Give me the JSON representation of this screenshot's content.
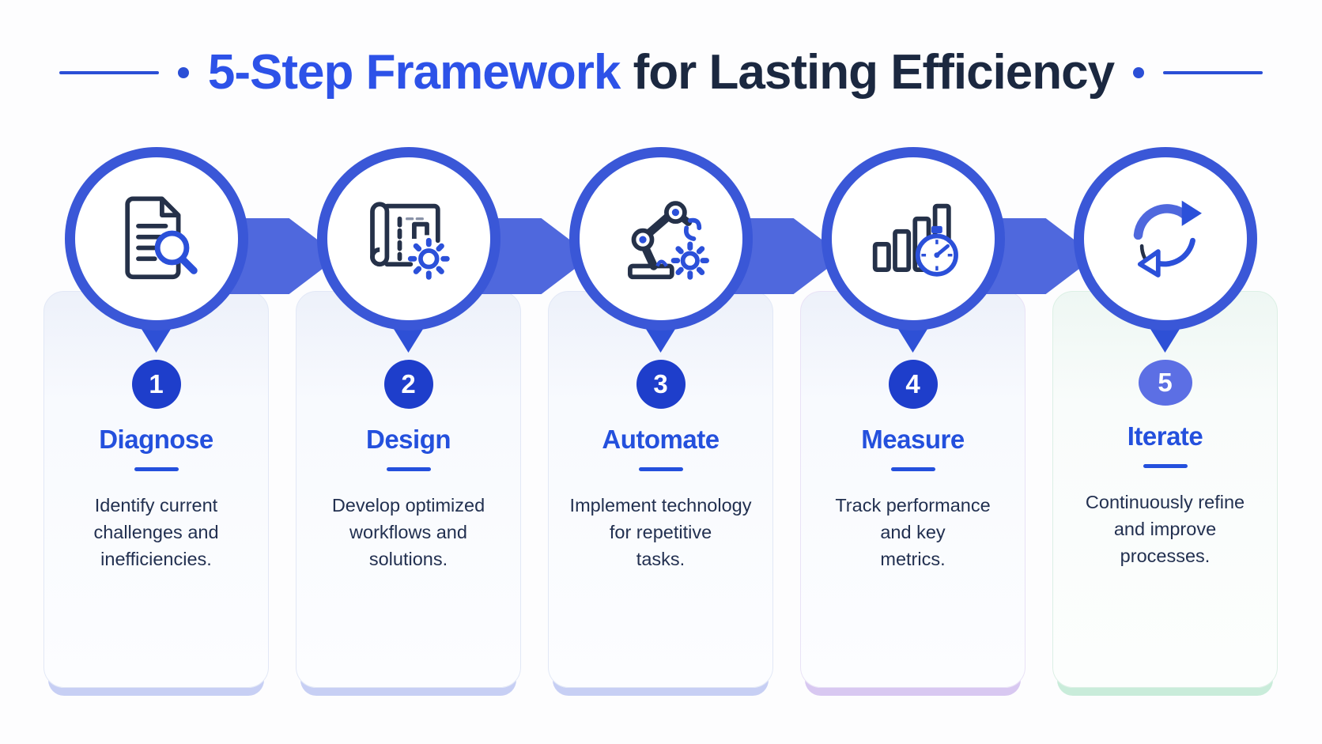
{
  "header": {
    "title_accent": "5-Step Framework",
    "title_rest": " for Lasting Efficiency"
  },
  "colors": {
    "accent_blue": "#2d52e8",
    "dark_navy": "#1b2840",
    "ring_blue": "#3a57d7",
    "arrow_blue": "#4f68dd",
    "tail_blue": "#2e50d6",
    "badge_blue": "#1e3ecb",
    "badge5_periwinkle": "#5c6fe4",
    "card_shadow_lavender": "#c7cff4",
    "card_shadow_purple": "#d8c8f1",
    "card_shadow_mint": "#c9ecda"
  },
  "steps": [
    {
      "number": "1",
      "title": "Diagnose",
      "description": "Identify current\nchallenges and\ninefficiencies.",
      "icon": "document-search-icon"
    },
    {
      "number": "2",
      "title": "Design",
      "description": "Develop optimized\nworkflows and\nsolutions.",
      "icon": "blueprint-gear-icon"
    },
    {
      "number": "3",
      "title": "Automate",
      "description": "Implement technology\nfor repetitive\ntasks.",
      "icon": "robot-arm-gear-icon"
    },
    {
      "number": "4",
      "title": "Measure",
      "description": "Track performance\nand key\nmetrics.",
      "icon": "bar-chart-stopwatch-icon"
    },
    {
      "number": "5",
      "title": "Iterate",
      "description": "Continuously refine\nand improve\nprocesses.",
      "icon": "cycle-arrows-icon"
    }
  ]
}
